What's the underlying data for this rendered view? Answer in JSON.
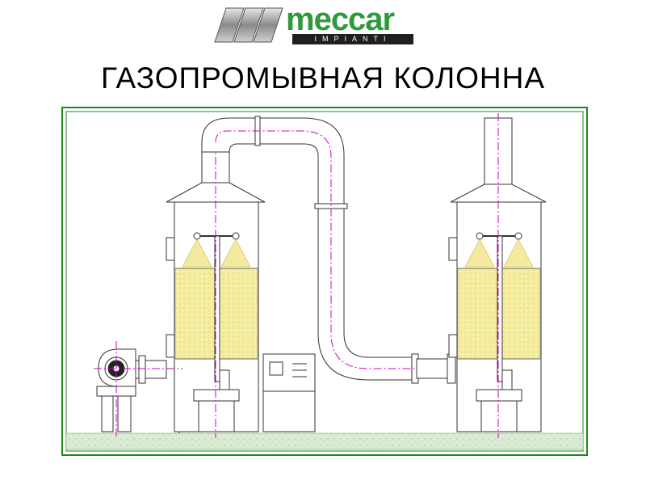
{
  "logo": {
    "brand": "meccar",
    "sub": "IMPIANTI",
    "brand_color": "#2e9a3a"
  },
  "title": "ГАЗОПРОМЫВНАЯ КОЛОННА",
  "colors": {
    "frame": "#1a8a1a",
    "packing": "#f7f0a8",
    "centerline": "#cc00cc",
    "ground": "#d8ead0",
    "outline": "#333333"
  },
  "icons": [
    "meccar-logo-icon",
    "fan-icon",
    "control-panel-icon",
    "spray-nozzle-icon"
  ]
}
